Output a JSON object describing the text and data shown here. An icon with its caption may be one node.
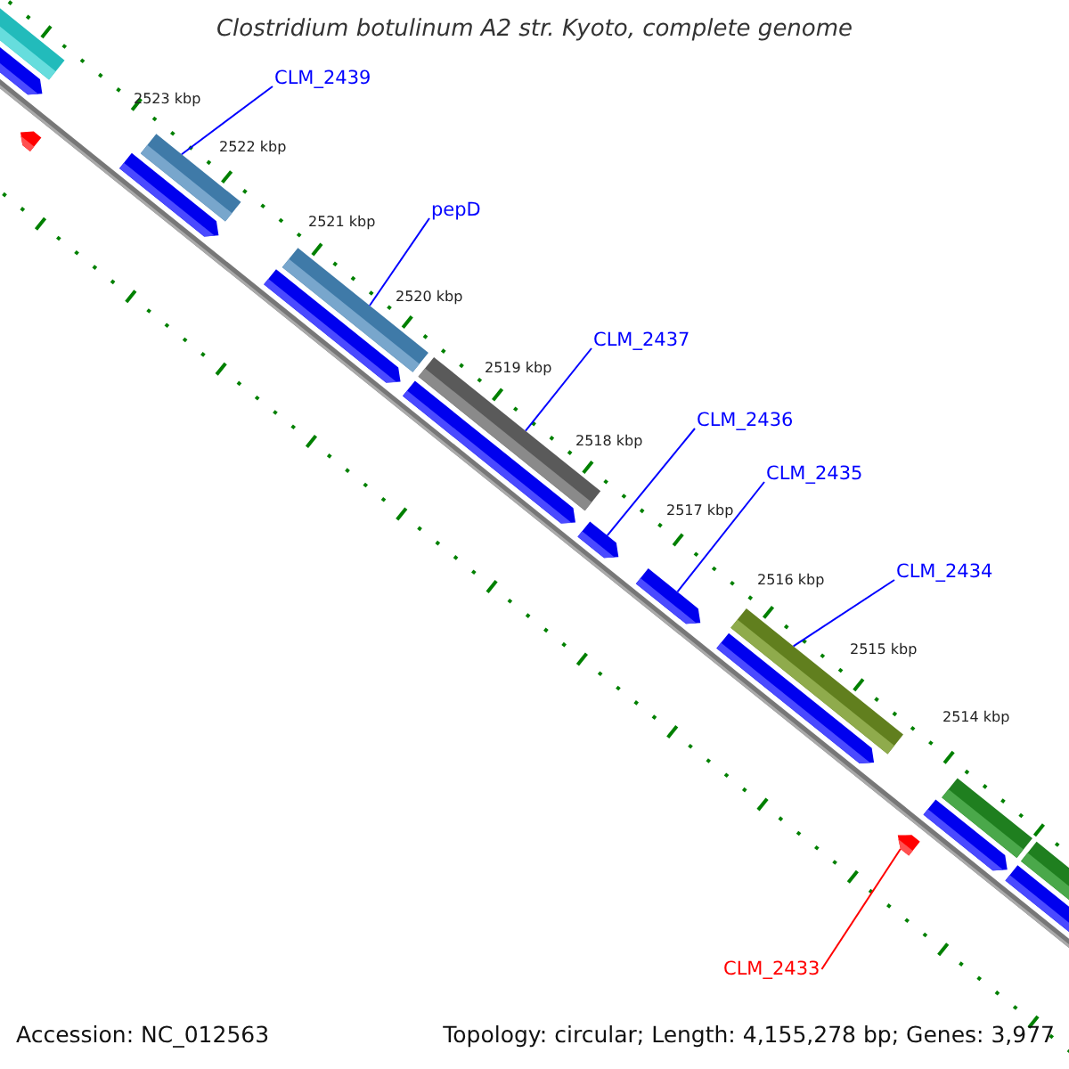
{
  "diagram": {
    "title": "Clostridium botulinum A2 str. Kyoto, complete genome",
    "nodes": [
      {
        "text": [
          "CLM_2439"
        ]
      },
      {
        "text": [
          "pepD"
        ]
      },
      {
        "text": [
          "CLM_2437"
        ]
      },
      {
        "text": [
          "CLM_2436"
        ]
      },
      {
        "text": [
          "CLM_2435"
        ]
      },
      {
        "text": [
          "CLM_2434"
        ]
      },
      {
        "text": [
          "CLM_2433"
        ]
      },
      {
        "text": [],
        "shape": "bar"
      },
      {
        "text": [],
        "shape": "bar"
      },
      {
        "text": [],
        "shape": "bar"
      },
      {
        "text": [],
        "shape": "arrow"
      },
      {
        "text": [],
        "shape": "arrow"
      },
      {
        "text": [],
        "shape": "bar"
      },
      {
        "text": [],
        "shape": "arrow"
      },
      {
        "text": [],
        "shape": "arrow"
      }
    ],
    "edges": [
      {
        "from": 0,
        "to": 7,
        "arrow": "none"
      },
      {
        "from": 1,
        "to": 8,
        "arrow": "none"
      },
      {
        "from": 2,
        "to": 9,
        "arrow": "none"
      },
      {
        "from": 3,
        "to": 10,
        "arrow": "none"
      },
      {
        "from": 4,
        "to": 11,
        "arrow": "none"
      },
      {
        "from": 5,
        "to": 12,
        "arrow": "none"
      },
      {
        "from": 6,
        "to": 13,
        "arrow": "none",
        "color": "#ff0000"
      }
    ],
    "labels": [
      "2523 kbp",
      "2522 kbp",
      "2521 kbp",
      "2520 kbp",
      "2519 kbp",
      "2518 kbp",
      "2517 kbp",
      "2516 kbp",
      "2515 kbp",
      "2514 kbp",
      "Accession: NC_012563",
      "Topology: circular; Length: 4,155,278 bp; Genes: 3,977"
    ]
  }
}
